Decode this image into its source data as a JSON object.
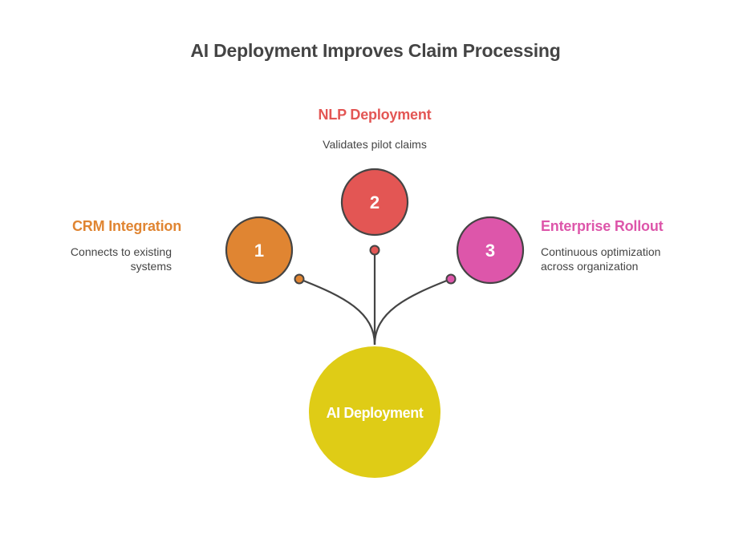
{
  "title": "AI Deployment Improves Claim Processing",
  "center": {
    "label": "AI Deployment",
    "color": "#DFCC16"
  },
  "stroke_color": "#444444",
  "steps": [
    {
      "number": "1",
      "title": "CRM Integration",
      "description_lines": [
        "Connects to existing",
        "systems"
      ],
      "color": "#E08532"
    },
    {
      "number": "2",
      "title": "NLP Deployment",
      "description_lines": [
        "Validates pilot claims"
      ],
      "color": "#E35654"
    },
    {
      "number": "3",
      "title": "Enterprise Rollout",
      "description_lines": [
        "Continuous optimization",
        "across organization"
      ],
      "color": "#DD56AA"
    }
  ]
}
